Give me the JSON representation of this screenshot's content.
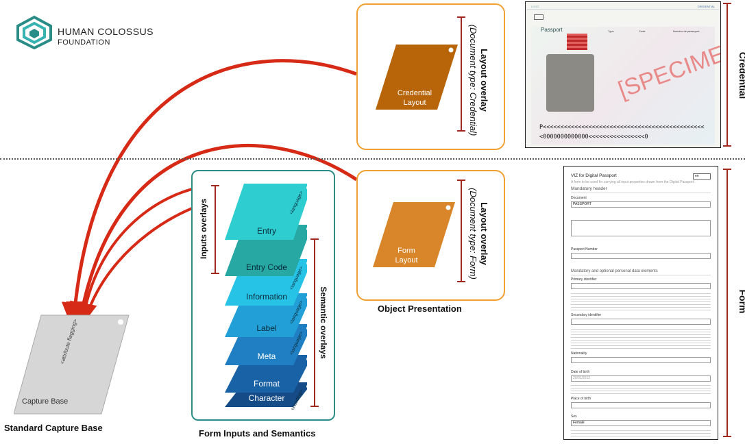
{
  "logo": {
    "line1": "HUMAN COLOSSUS",
    "line2": "FOUNDATION",
    "colors": {
      "teal": "#2a8c86",
      "light_teal": "#36b2b0"
    }
  },
  "credential_layout": {
    "card_label_1": "Credential",
    "card_label_2": "Layout",
    "overlay_title": "Layout overlay",
    "overlay_sub": "(Document type: Credential)"
  },
  "form_layout": {
    "card_label_1": "Form",
    "card_label_2": "Layout",
    "overlay_title": "Layout overlay",
    "overlay_sub": "(Document type: Form)"
  },
  "object_presentation": "Object Presentation",
  "side_labels": {
    "credential": "Credential",
    "form": "Form"
  },
  "capture_base": {
    "label": "Capture Base",
    "tag": "<attribute flagging>",
    "caption": "Standard Capture Base"
  },
  "stack": {
    "caption": "Form Inputs and Semantics",
    "inputs_overlays": "Inputs overlays",
    "semantic_overlays": "Semantic overlays",
    "layers": [
      {
        "label": "Entry",
        "tag": "<language>",
        "color": "#2ecdd0"
      },
      {
        "label": "Entry Code",
        "tag": "",
        "color": "#27a8a3"
      },
      {
        "label": "Information",
        "tag": "<language>",
        "color": "#27c3e6"
      },
      {
        "label": "Label",
        "tag": "<language>",
        "color": "#229fd6"
      },
      {
        "label": "Meta",
        "tag": "<language>",
        "color": "#1f7fc2"
      },
      {
        "label": "Format",
        "tag": "",
        "color": "#1a62a6"
      },
      {
        "label": "Character",
        "tag": "<encoding>",
        "color": "#154b86"
      }
    ]
  },
  "passport": {
    "title": "Passport",
    "specimen": "[SPECIMEN]",
    "mrz1": "P<<<<<<<<<<<<<<<<<<<<<<<<<<<<<<<<<<<<<<<<<<<<<<",
    "mrz2": "<0000000000000<<<<<<<<<<<<<<<<0",
    "tab_left": "LOGO",
    "tab_right": "CREDENTIAL",
    "fields": [
      "Type",
      "Code",
      "Numéro de passeport"
    ]
  },
  "form_doc": {
    "title": "VIZ for Digital Passport",
    "lang": "en",
    "subtitle": "A form to be used for carrying all input properties drawn from the Digital Passport",
    "header": "Mandatory header",
    "document_label": "Document",
    "document_value": "PASSPORT",
    "passport_number": "Passport Number",
    "personal_section": "Mandatory and optional personal data elements",
    "primary_identifier": "Primary identifier",
    "secondary_identifier": "Secondary identifier",
    "nationality": "Nationality",
    "date_of_birth": "Date of birth",
    "dob_placeholder": "20/01/2012",
    "place_of_birth": "Place of birth",
    "sex": "Sex",
    "sex_value": "Female"
  },
  "colors": {
    "orange": "#f0a030",
    "brown_card": "#b8650a",
    "form_card": "#d9862a",
    "arrow_red": "#d62a16",
    "bracket": "#a0281c"
  }
}
